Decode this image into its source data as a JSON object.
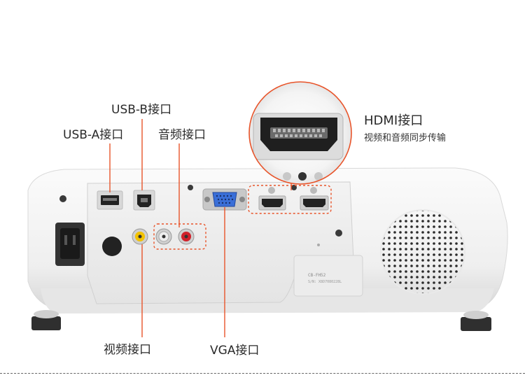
{
  "labels": {
    "usb_b": "USB-B接口",
    "usb_a": "USB-A接口",
    "audio": "音频接口",
    "hdmi": "HDMI接口",
    "hdmi_desc": "视频和音频同步传输",
    "video": "视频接口",
    "vga": "VGA接口"
  },
  "device": {
    "model_label": "CB-FH52",
    "serial_label": "S/N: X8D7080228L"
  },
  "colors": {
    "accent": "#e8542a",
    "callout_line": "#e8542a",
    "vga_port": "#3a6fd8",
    "audio_red": "#d0202a"
  }
}
